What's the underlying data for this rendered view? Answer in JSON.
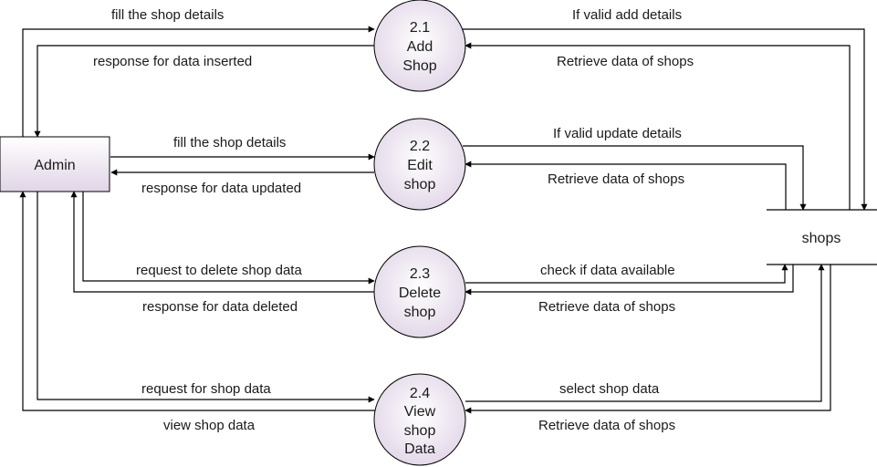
{
  "entity": {
    "label": "Admin"
  },
  "datastore": {
    "label": "shops"
  },
  "processes": [
    {
      "id": "p1",
      "lines": [
        "2.1",
        "Add",
        "Shop"
      ]
    },
    {
      "id": "p2",
      "lines": [
        "2.2",
        "Edit",
        "shop"
      ]
    },
    {
      "id": "p3",
      "lines": [
        "2.3",
        "Delete",
        "shop"
      ]
    },
    {
      "id": "p4",
      "lines": [
        "2.4",
        "View",
        "shop",
        "Data"
      ]
    }
  ],
  "flows": {
    "add_fill": "fill the shop details",
    "add_response": "response for data inserted",
    "add_valid": "If valid add details",
    "add_retrieve": "Retrieve data of shops",
    "edit_fill": "fill the shop details",
    "edit_response": "response for data updated",
    "edit_valid": "If valid update details",
    "edit_retrieve": "Retrieve data of shops",
    "delete_request": "request to delete shop data",
    "delete_response": "response for data deleted",
    "delete_check": "check if data available",
    "delete_retrieve": "Retrieve data of shops",
    "view_request": "request for shop data",
    "view_data": "view shop data",
    "view_select": "select shop data",
    "view_retrieve": "Retrieve data of shops"
  }
}
